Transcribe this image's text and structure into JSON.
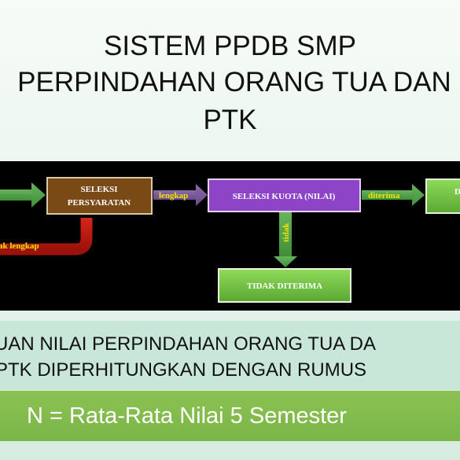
{
  "slide": {
    "title_lines": [
      "SISTEM PPDB SMP",
      "PERPINDAHAN ORANG TUA DAN",
      "PTK"
    ],
    "caption_lines": [
      "UAN NILAI PERPINDAHAN ORANG TUA DA",
      "PTK DIPERHITUNGKAN DENGAN RUMUS"
    ],
    "formula": "N = Rata-Rata Nilai 5 Semester"
  },
  "flow": {
    "boxes": {
      "seleksi_persyaratan": [
        "SELEKSI",
        "PERSYARATAN"
      ],
      "seleksi_kuota": "SELEKSI KUOTA (NILAI)",
      "tidak_diterima": "TIDAK DITERIMA",
      "final_partial": "D"
    },
    "labels": {
      "lengkap": "lengkap",
      "diterima": "diterima",
      "tidak": "tidak",
      "tidak_lengkap": "ak lengkap"
    },
    "colors": {
      "brown_box": "#7a4a16",
      "purple_box": "#8e44c7",
      "green_box": "#6cbf3a",
      "arrow_green": "#4ea34a",
      "arrow_purple": "#7d5a9a",
      "arrow_red": "#c0180f",
      "label_yellow": "#f2e600"
    }
  }
}
